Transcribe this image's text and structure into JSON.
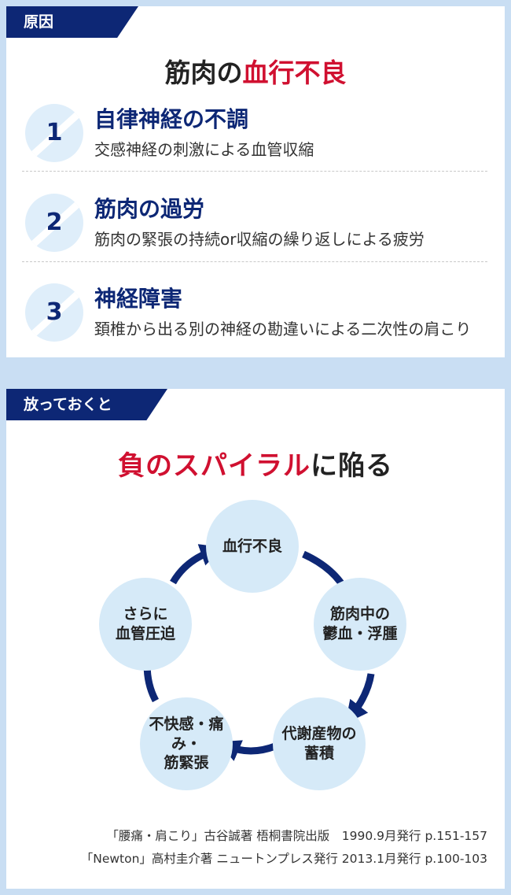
{
  "causes_panel": {
    "tag": "原因",
    "heading_prefix": "筋肉の",
    "heading_highlight": "血行不良",
    "items": [
      {
        "number": "1",
        "title": "自律神経の不調",
        "description": "交感神経の刺激による血管収縮"
      },
      {
        "number": "2",
        "title": "筋肉の過労",
        "description": "筋肉の緊張の持続or収縮の繰り返しによる疲労"
      },
      {
        "number": "3",
        "title": "神経障害",
        "description": "頚椎から出る別の神経の勘違いによる二次性の肩こり"
      }
    ]
  },
  "spiral_panel": {
    "tag": "放っておくと",
    "heading_highlight": "負のスパイラル",
    "heading_suffix": "に陥る",
    "cycle": [
      "血行不良",
      "筋肉中の\n鬱血・浮腫",
      "代謝産物の\n蓄積",
      "不快感・痛み・\n筋緊張",
      "さらに\n血管圧迫"
    ],
    "references": [
      "「腰痛・肩こり」古谷誠著 梧桐書院出版　1990.9月発行 p.151-157",
      "「Newton」高村圭介著 ニュートンプレス発行 2013.1月発行 p.100-103"
    ]
  },
  "colors": {
    "navy": "#0d2775",
    "accent_red": "#d01030",
    "circle_fill": "#d6eaf8",
    "background": "#c9def3"
  }
}
